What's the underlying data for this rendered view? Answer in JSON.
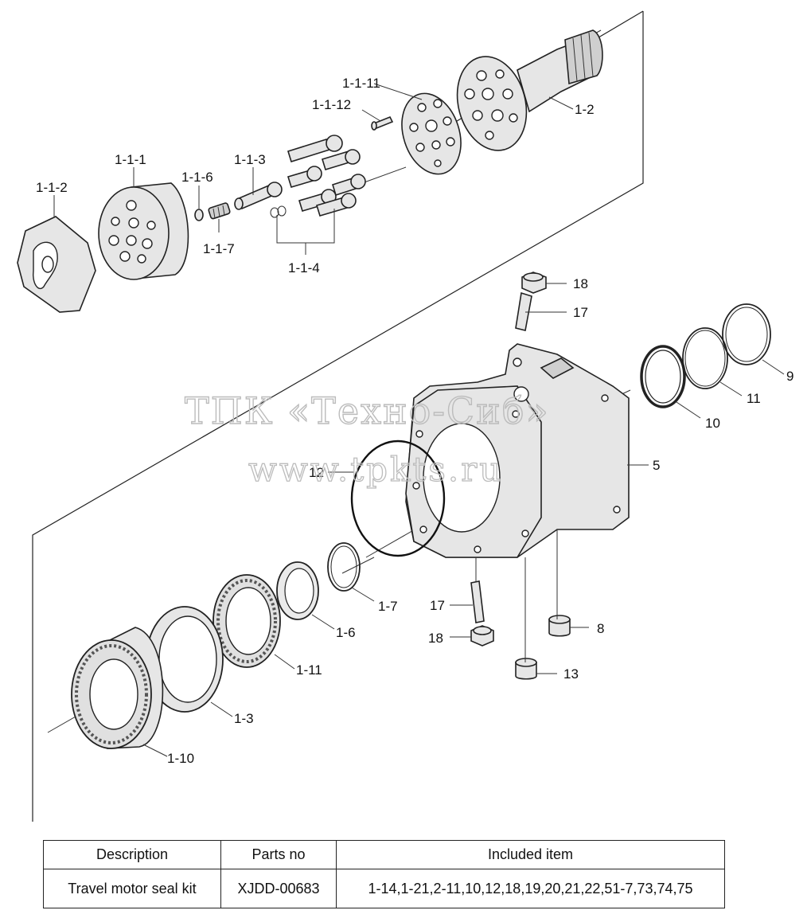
{
  "watermark": {
    "line1": "ТПК «Техно-Сиб»",
    "line2": "www.tpkts.ru"
  },
  "callouts": {
    "c_1_1_11": "1-1-11",
    "c_1_1_12": "1-1-12",
    "c_1_2": "1-2",
    "c_1_1_1": "1-1-1",
    "c_1_1_2": "1-1-2",
    "c_1_1_6": "1-1-6",
    "c_1_1_3": "1-1-3",
    "c_1_1_7": "1-1-7",
    "c_1_1_4": "1-1-4",
    "c_18_top": "18",
    "c_17_top": "17",
    "c_9": "9",
    "c_11": "11",
    "c_10": "10",
    "c_5": "5",
    "c_12": "12",
    "c_1_7": "1-7",
    "c_17_bottom": "17",
    "c_8": "8",
    "c_1_6": "1-6",
    "c_18_bottom": "18",
    "c_1_11": "1-11",
    "c_13": "13",
    "c_1_3": "1-3",
    "c_1_10": "1-10"
  },
  "table": {
    "headers": [
      "Description",
      "Parts no",
      "Included item"
    ],
    "rows": [
      [
        "Travel motor seal kit",
        "XJDD-00683",
        "1-14,1-21,2-11,10,12,18,19,20,21,22,51-7,73,74,75"
      ]
    ]
  }
}
